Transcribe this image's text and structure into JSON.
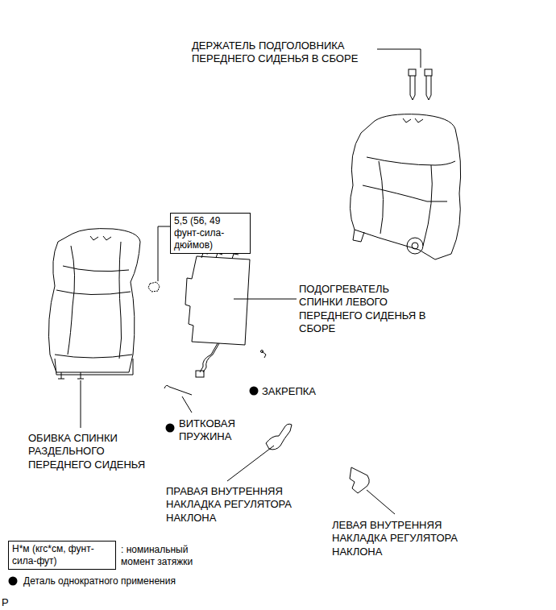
{
  "diagram": {
    "nodes": [
      {
        "text": [
          "5,5 (56, 49 фунт-сила-дюймов)"
        ]
      },
      {
        "text": [
          "Н*м (кгс*см, фунт-сила-фут)"
        ]
      }
    ],
    "labels": [
      "ДЕРЖАТЕЛЬ ПОДГОЛОВНИКА ПЕРЕДНЕГО СИДЕНЬЯ В СБОРЕ",
      "ПОДОГРЕВАТЕЛЬ СПИНКИ ЛЕВОГО ПЕРЕДНЕГО СИДЕНЬЯ В СБОРЕ",
      "ЗАКРЕПКА",
      "ВИТКОВАЯ ПРУЖИНА",
      "ОБИВКА СПИНКИ РАЗДЕЛЬНОГО ПЕРЕДНЕГО СИДЕНЬЯ",
      "ПРАВАЯ ВНУТРЕННЯЯ НАКЛАДКА РЕГУЛЯТОРА НАКЛОНА",
      "ЛЕВАЯ ВНУТРЕННЯЯ НАКЛАДКА РЕГУЛЯТОРА НАКЛОНА",
      "P"
    ],
    "legend": [
      {
        "text": ": номинальный момент затяжки"
      },
      {
        "text": "Деталь однократного применения"
      }
    ]
  }
}
